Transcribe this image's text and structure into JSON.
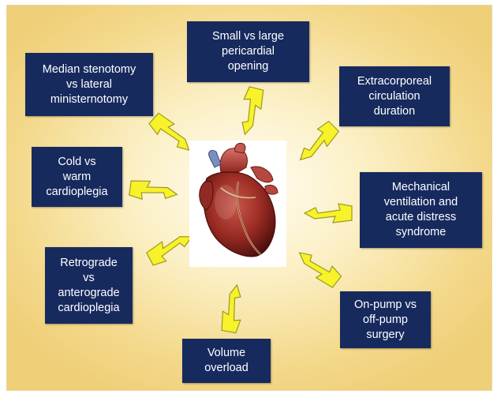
{
  "center": {
    "icon": "heart-icon"
  },
  "factors": [
    {
      "id": "median-sternotomy",
      "text": "Median stenotomy\nvs lateral\nministernotomy"
    },
    {
      "id": "pericardial-opening",
      "text": "Small vs large\npericardial\nopening"
    },
    {
      "id": "ecc-duration",
      "text": "Extracorporeal\ncirculation\nduration"
    },
    {
      "id": "cardioplegia-temp",
      "text": "Cold vs\nwarm\ncardioplegia"
    },
    {
      "id": "mechanical-ventilation",
      "text": "Mechanical\nventilation and\nacute distress\nsyndrome"
    },
    {
      "id": "cardioplegia-route",
      "text": "Retrograde\nvs\nanterograde\ncardioplegia"
    },
    {
      "id": "pump-type",
      "text": "On-pump vs\noff-pump\nsurgery"
    },
    {
      "id": "volume-overload",
      "text": "Volume\noverload"
    }
  ],
  "colors": {
    "box": "#172a5e",
    "bolt": "#f7f22a",
    "bolt_outline": "#9a9a20",
    "background": "#f4d98c"
  }
}
